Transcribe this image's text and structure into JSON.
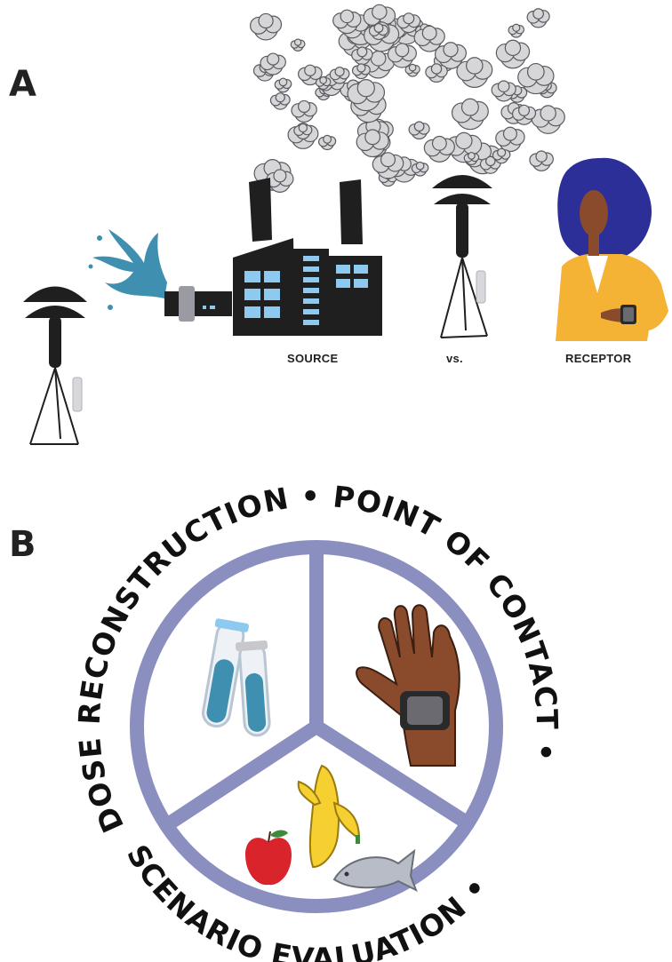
{
  "panel_a": {
    "letter": "A",
    "source_label": "SOURCE",
    "vs_label": "vs.",
    "receptor_label": "RECEPTOR"
  },
  "panel_b": {
    "letter": "B",
    "ring_text_top": "DOSE RECONSTRUCTION • POINT OF CONTACT •",
    "ring_text_bottom": "SCENARIO EVALUATION •",
    "ring_color": "#8a8fc0"
  },
  "colors": {
    "factory": "#1f1f1f",
    "window": "#8ec9ef",
    "water": "#3f8fb0",
    "smoke": "#d6d6d8",
    "hair": "#2d2f99",
    "skin": "#8a4a2c",
    "jacket": "#f5b336"
  },
  "icons": [
    "factory-icon",
    "smoke-icon",
    "air-monitor-icon",
    "water-spray-icon",
    "woman-icon",
    "test-tubes-icon",
    "hand-watch-icon",
    "apple-icon",
    "banana-icon",
    "fish-icon"
  ]
}
